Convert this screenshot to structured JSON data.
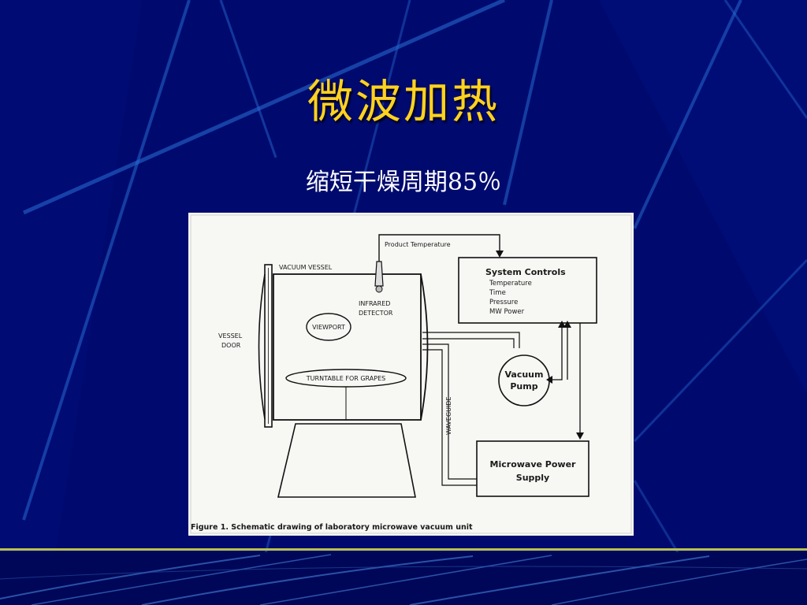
{
  "slide": {
    "title": "微波加热",
    "subtitle": "缩短干燥周期85％"
  },
  "colors": {
    "background": "#000a6e",
    "title": "#ffd21e",
    "subtitle": "#ffffff",
    "accent_lines": "#2a6fd6",
    "footer_line": "#b8c24a"
  },
  "figure": {
    "labels": {
      "product_temperature": "Product Temperature",
      "vacuum_vessel": "VACUUM VESSEL",
      "infrared_detector_1": "INFRARED",
      "infrared_detector_2": "DETECTOR",
      "viewport": "VIEWPORT",
      "vessel_door_1": "VESSEL",
      "vessel_door_2": "DOOR",
      "turntable": "TURNTABLE FOR GRAPES",
      "waveguide": "WAVEGUIDE",
      "vacuum_pump_1": "Vacuum",
      "vacuum_pump_2": "Pump",
      "mw_supply_1": "Microwave Power",
      "mw_supply_2": "Supply"
    },
    "system_controls": {
      "title": "System Controls",
      "items": [
        "Temperature",
        "Time",
        "Pressure",
        "MW Power"
      ]
    },
    "caption": "Figure 1. Schematic drawing of laboratory microwave vacuum unit"
  }
}
